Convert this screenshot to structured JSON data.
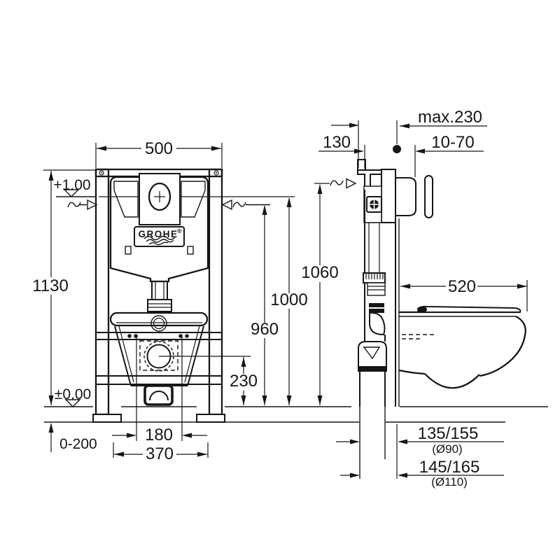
{
  "labels": {
    "frame_width": "500",
    "frame_height": "1130",
    "level_top": "+1,00",
    "level_floor": "±0,00",
    "h960": "960",
    "h1000": "1000",
    "h1060": "1060",
    "h230": "230",
    "feet_adjust": "0-200",
    "bolt_spacing": "180",
    "base_width": "370",
    "top_offset": "130",
    "max_depth": "max.230",
    "wall_finish": "10-70",
    "bowl_depth": "520",
    "drain_offset_90": "135/155",
    "drain_dia_90": "(Ø90)",
    "drain_offset_110": "145/165",
    "drain_dia_110": "(Ø110)",
    "brand": "GROHE",
    "registered": "®"
  },
  "colors": {
    "ink": "#161616",
    "paper": "#ffffff"
  }
}
